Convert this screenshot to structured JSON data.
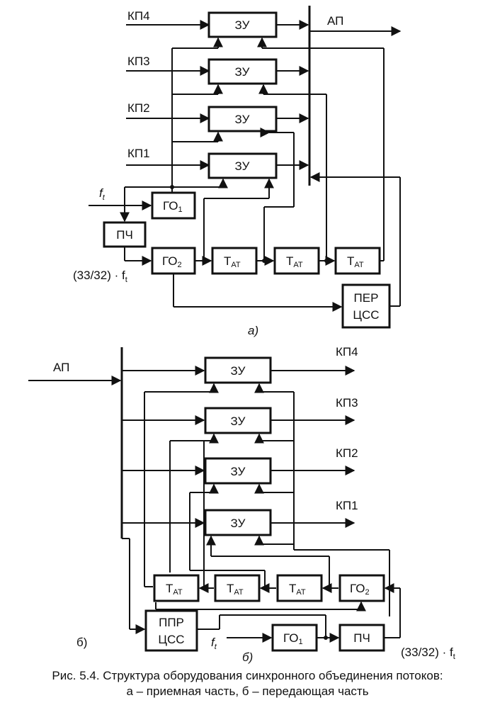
{
  "diagram_a": {
    "inputs": [
      "КП4",
      "КП3",
      "КП2",
      "КП1"
    ],
    "output": "АП",
    "memory_label": "ЗУ",
    "clock_in": "f",
    "clock_in_sub": "t",
    "go1": "ГО",
    "go1_sub": "1",
    "go2": "ГО",
    "go2_sub": "2",
    "pch": "ПЧ",
    "freq": "(33/32) · f",
    "freq_sub": "t",
    "tat": "T",
    "tat_sub": "АТ",
    "per_line1": "ПЕР",
    "per_line2": "ЦСС",
    "tag": "а)"
  },
  "diagram_b": {
    "input": "АП",
    "outputs": [
      "КП4",
      "КП3",
      "КП2",
      "КП1"
    ],
    "memory_label": "ЗУ",
    "tat": "T",
    "tat_sub": "АТ",
    "go2": "ГО",
    "go2_sub": "2",
    "ppr_line1": "ППР",
    "ppr_line2": "ЦСС",
    "clock_in": "f",
    "clock_in_sub": "t",
    "go1": "ГО",
    "go1_sub": "1",
    "pch": "ПЧ",
    "freq": "(33/32) · f",
    "freq_sub": "t",
    "tag_left": "б)",
    "tag": "б)"
  },
  "caption": {
    "line1": "Рис. 5.4.  Структура оборудования синхронного объединения потоков:",
    "line2": "а – приемная часть, б – передающая часть"
  }
}
